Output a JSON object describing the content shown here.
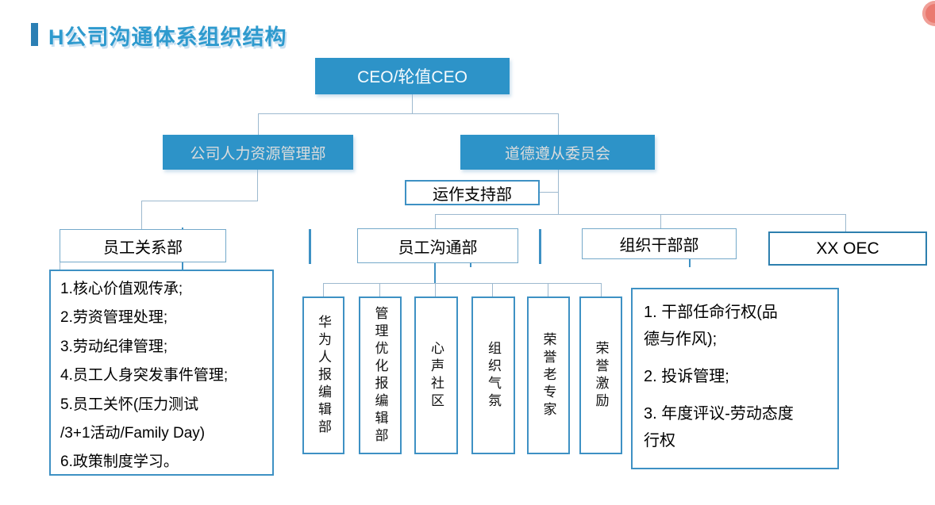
{
  "page": {
    "title": "H公司沟通体系组织结构"
  },
  "chart": {
    "ceo": "CEO/轮值CEO",
    "hr_dept": "公司人力资源管理部",
    "ethics_committee": "道德遵从委员会",
    "support_dept": "运作支持部",
    "relations_dept": "员工关系部",
    "comm_dept": "员工沟通部",
    "cadre_dept": "组织干部部",
    "oec": "XX OEC",
    "comm_children": [
      "华为人报编辑部",
      "管理优化报编辑部",
      "心声社区",
      "组织气氛",
      "荣誉老专家",
      "荣誉激励"
    ],
    "relations_duty_lines": [
      "1.核心价值观传承;",
      "2.劳资管理处理;",
      "3.劳动纪律管理;",
      "4.员工人身突发事件管理;",
      "5.员工关怀(压力测试",
      "/3+1活动/Family Day)",
      "6.政策制度学习。"
    ],
    "cadre_duty_lines": [
      [
        "1. 干部任命行权(品",
        "德与作风);"
      ],
      [
        "2. 投诉管理;"
      ],
      [
        "3. 年度评议-劳动态度",
        "行权"
      ]
    ]
  },
  "colors": {
    "box-fill": "#2d93c8",
    "l2-text": "#dcdcdc",
    "accent-border": "#3e91c4",
    "light-border": "#74a9ca",
    "connector": "#9db9cf",
    "title-blue": "#2e9ace",
    "title-bar": "#2b7fb4",
    "badge-red": "#ea7a70"
  }
}
